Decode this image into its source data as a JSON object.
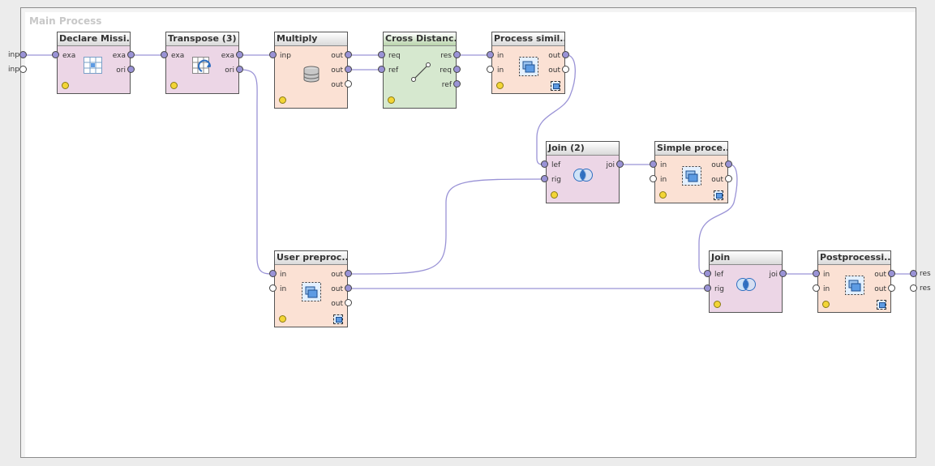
{
  "process_title": "Main Process",
  "input_ports": [
    "inp",
    "inp"
  ],
  "result_ports": [
    "res",
    "res"
  ],
  "operators": {
    "declare": {
      "title": "Declare Missi...",
      "ports_in": [
        "exa"
      ],
      "ports_out": [
        "exa",
        "ori"
      ]
    },
    "transpose": {
      "title": "Transpose (3)",
      "ports_in": [
        "exa"
      ],
      "ports_out": [
        "exa",
        "ori"
      ]
    },
    "multiply": {
      "title": "Multiply",
      "ports_in": [
        "inp"
      ],
      "ports_out": [
        "out",
        "out",
        "out"
      ]
    },
    "cross": {
      "title": "Cross Distanc...",
      "ports_in": [
        "req",
        "ref"
      ],
      "ports_out": [
        "res",
        "req",
        "ref"
      ]
    },
    "procsim": {
      "title": "Process simil...",
      "ports_in": [
        "in",
        "in"
      ],
      "ports_out": [
        "out",
        "out"
      ]
    },
    "join2": {
      "title": "Join (2)",
      "ports_in": [
        "lef",
        "rig"
      ],
      "ports_out": [
        "joi"
      ]
    },
    "simple": {
      "title": "Simple proce...",
      "ports_in": [
        "in",
        "in"
      ],
      "ports_out": [
        "out",
        "out"
      ]
    },
    "userpre": {
      "title": "User preproc...",
      "ports_in": [
        "in",
        "in"
      ],
      "ports_out": [
        "out",
        "out",
        "out"
      ]
    },
    "join": {
      "title": "Join",
      "ports_in": [
        "lef",
        "rig"
      ],
      "ports_out": [
        "joi"
      ]
    },
    "post": {
      "title": "Postprocessi...",
      "ports_in": [
        "in",
        "in"
      ],
      "ports_out": [
        "out",
        "out"
      ]
    }
  },
  "colors": {
    "wire": "#9a93d6",
    "port_connected": "#9a93d6",
    "status_ok": "#f3d536"
  }
}
